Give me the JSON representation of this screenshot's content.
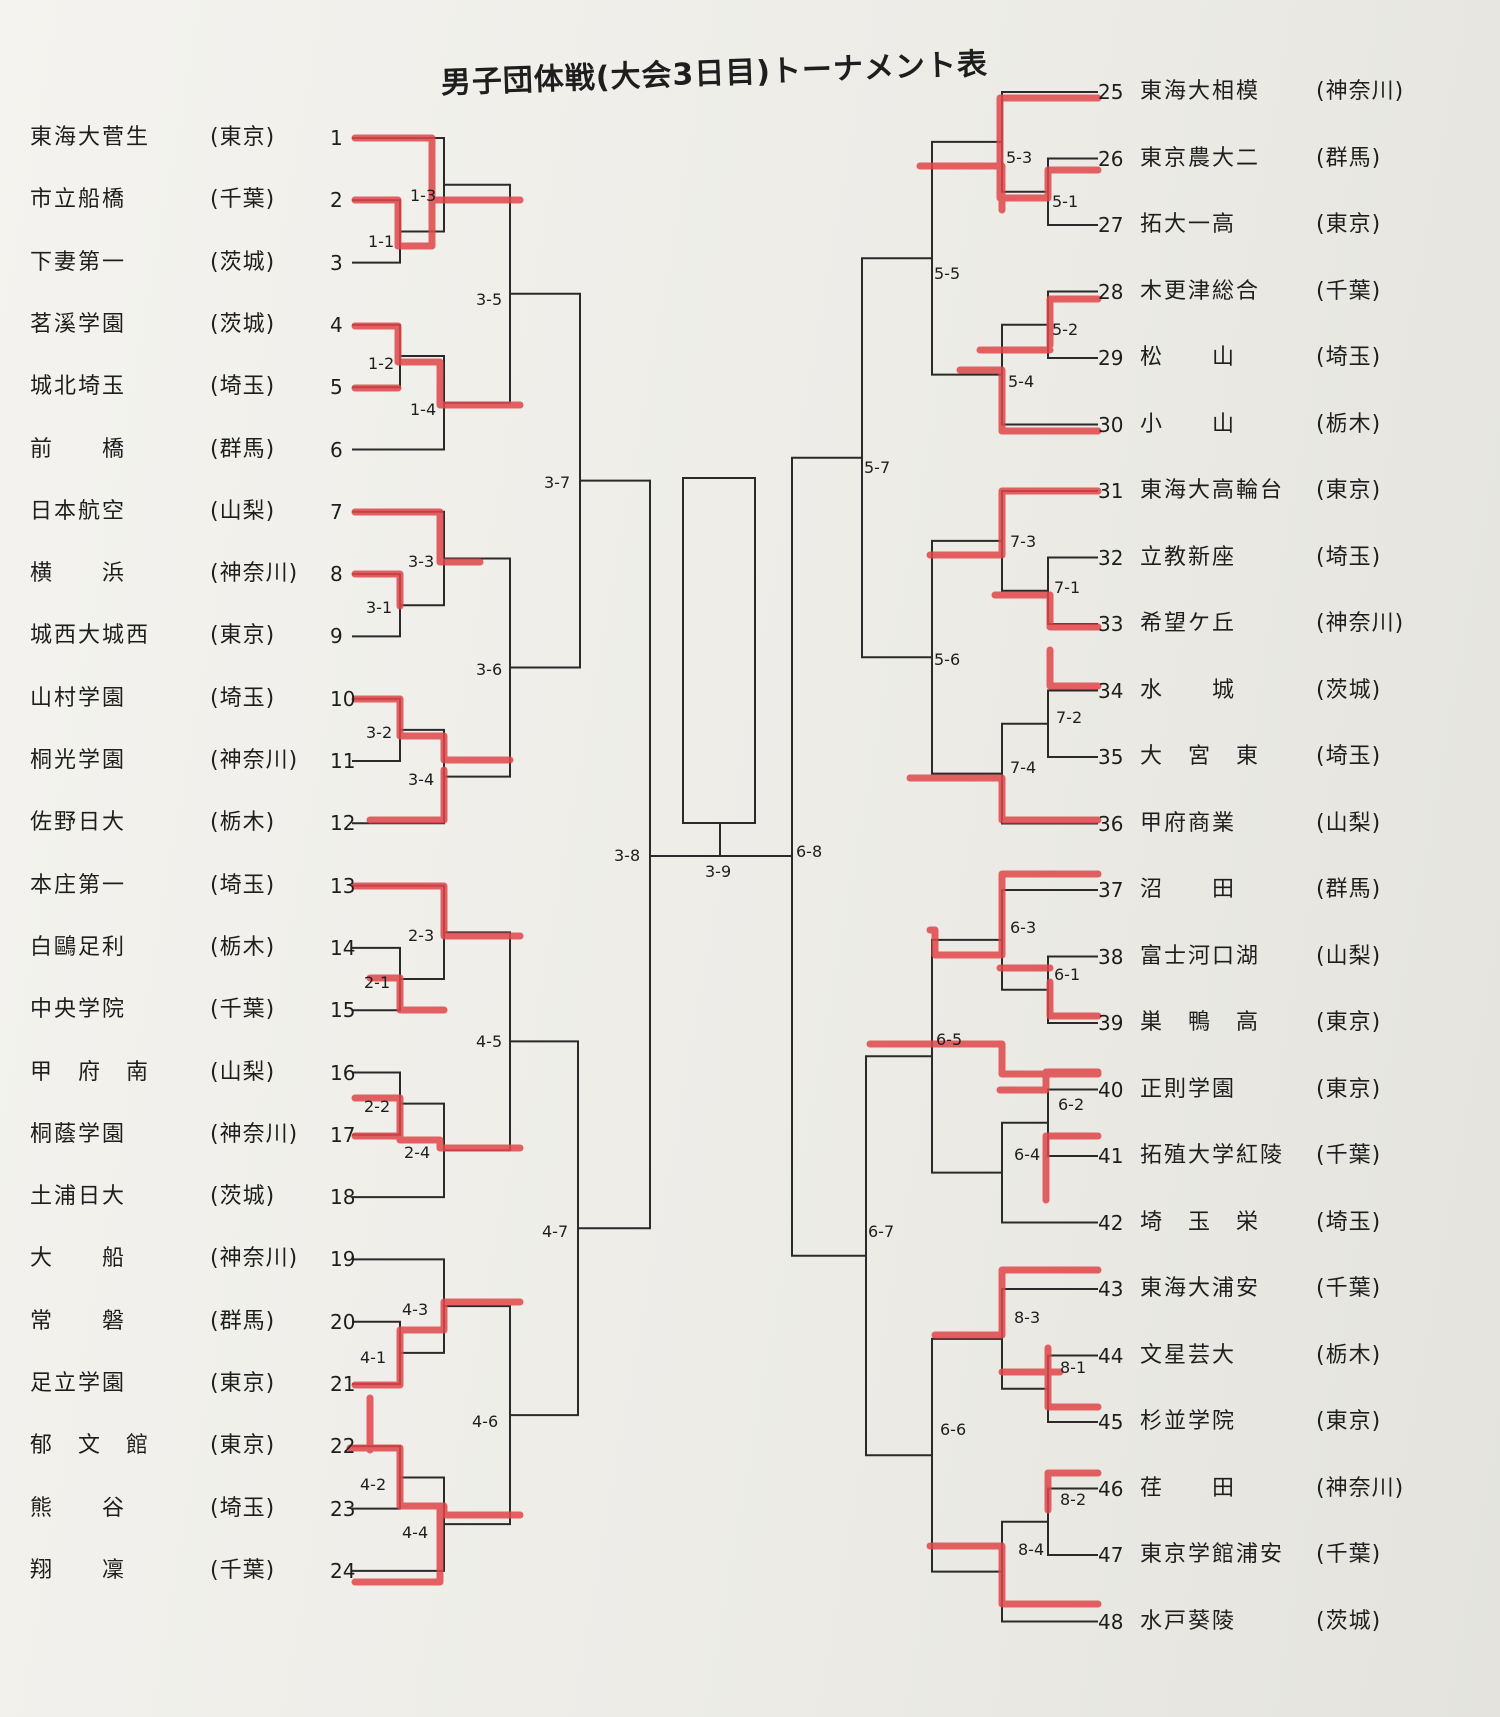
{
  "title": "男子団体戦(大会3日目)トーナメント表",
  "left_teams": [
    {
      "seed": "1",
      "name": "東海大菅生",
      "pref": "(東京)"
    },
    {
      "seed": "2",
      "name": "市立船橋",
      "pref": "(千葉)"
    },
    {
      "seed": "3",
      "name": "下妻第一",
      "pref": "(茨城)"
    },
    {
      "seed": "4",
      "name": "茗溪学園",
      "pref": "(茨城)"
    },
    {
      "seed": "5",
      "name": "城北埼玉",
      "pref": "(埼玉)"
    },
    {
      "seed": "6",
      "name": "前　　橋",
      "pref": "(群馬)"
    },
    {
      "seed": "7",
      "name": "日本航空",
      "pref": "(山梨)"
    },
    {
      "seed": "8",
      "name": "横　　浜",
      "pref": "(神奈川)"
    },
    {
      "seed": "9",
      "name": "城西大城西",
      "pref": "(東京)"
    },
    {
      "seed": "10",
      "name": "山村学園",
      "pref": "(埼玉)"
    },
    {
      "seed": "11",
      "name": "桐光学園",
      "pref": "(神奈川)"
    },
    {
      "seed": "12",
      "name": "佐野日大",
      "pref": "(栃木)"
    },
    {
      "seed": "13",
      "name": "本庄第一",
      "pref": "(埼玉)"
    },
    {
      "seed": "14",
      "name": "白鷗足利",
      "pref": "(栃木)"
    },
    {
      "seed": "15",
      "name": "中央学院",
      "pref": "(千葉)"
    },
    {
      "seed": "16",
      "name": "甲　府　南",
      "pref": "(山梨)"
    },
    {
      "seed": "17",
      "name": "桐蔭学園",
      "pref": "(神奈川)"
    },
    {
      "seed": "18",
      "name": "土浦日大",
      "pref": "(茨城)"
    },
    {
      "seed": "19",
      "name": "大　　船",
      "pref": "(神奈川)"
    },
    {
      "seed": "20",
      "name": "常　　磐",
      "pref": "(群馬)"
    },
    {
      "seed": "21",
      "name": "足立学園",
      "pref": "(東京)"
    },
    {
      "seed": "22",
      "name": "郁　文　館",
      "pref": "(東京)"
    },
    {
      "seed": "23",
      "name": "熊　　谷",
      "pref": "(埼玉)"
    },
    {
      "seed": "24",
      "name": "翔　　凜",
      "pref": "(千葉)"
    }
  ],
  "right_teams": [
    {
      "seed": "25",
      "name": "東海大相模",
      "pref": "(神奈川)"
    },
    {
      "seed": "26",
      "name": "東京農大二",
      "pref": "(群馬)"
    },
    {
      "seed": "27",
      "name": "拓大一高",
      "pref": "(東京)"
    },
    {
      "seed": "28",
      "name": "木更津総合",
      "pref": "(千葉)"
    },
    {
      "seed": "29",
      "name": "松　　山",
      "pref": "(埼玉)"
    },
    {
      "seed": "30",
      "name": "小　　山",
      "pref": "(栃木)"
    },
    {
      "seed": "31",
      "name": "東海大高輪台",
      "pref": "(東京)"
    },
    {
      "seed": "32",
      "name": "立教新座",
      "pref": "(埼玉)"
    },
    {
      "seed": "33",
      "name": "希望ケ丘",
      "pref": "(神奈川)"
    },
    {
      "seed": "34",
      "name": "水　　城",
      "pref": "(茨城)"
    },
    {
      "seed": "35",
      "name": "大　宮　東",
      "pref": "(埼玉)"
    },
    {
      "seed": "36",
      "name": "甲府商業",
      "pref": "(山梨)"
    },
    {
      "seed": "37",
      "name": "沼　　田",
      "pref": "(群馬)"
    },
    {
      "seed": "38",
      "name": "富士河口湖",
      "pref": "(山梨)"
    },
    {
      "seed": "39",
      "name": "巣　鴨　高",
      "pref": "(東京)"
    },
    {
      "seed": "40",
      "name": "正則学園",
      "pref": "(東京)"
    },
    {
      "seed": "41",
      "name": "拓殖大学紅陵",
      "pref": "(千葉)"
    },
    {
      "seed": "42",
      "name": "埼　玉　栄",
      "pref": "(埼玉)"
    },
    {
      "seed": "43",
      "name": "東海大浦安",
      "pref": "(千葉)"
    },
    {
      "seed": "44",
      "name": "文星芸大",
      "pref": "(栃木)"
    },
    {
      "seed": "45",
      "name": "杉並学院",
      "pref": "(東京)"
    },
    {
      "seed": "46",
      "name": "荏　　田",
      "pref": "(神奈川)"
    },
    {
      "seed": "47",
      "name": "東京学館浦安",
      "pref": "(千葉)"
    },
    {
      "seed": "48",
      "name": "水戸葵陵",
      "pref": "(茨城)"
    }
  ],
  "matches": {
    "m1_1": "1-1",
    "m1_2": "1-2",
    "m1_3": "1-3",
    "m1_4": "1-4",
    "m2_1": "2-1",
    "m2_2": "2-2",
    "m2_3": "2-3",
    "m2_4": "2-4",
    "m3_1": "3-1",
    "m3_2": "3-2",
    "m3_3": "3-3",
    "m3_4": "3-4",
    "m3_5": "3-5",
    "m3_6": "3-6",
    "m3_7": "3-7",
    "m3_8": "3-8",
    "m3_9": "3-9",
    "m4_1": "4-1",
    "m4_2": "4-2",
    "m4_3": "4-3",
    "m4_4": "4-4",
    "m4_5": "4-5",
    "m4_6": "4-6",
    "m4_7": "4-7",
    "m5_1": "5-1",
    "m5_2": "5-2",
    "m5_3": "5-3",
    "m5_4": "5-4",
    "m5_5": "5-5",
    "m5_6": "5-6",
    "m5_7": "5-7",
    "m6_1": "6-1",
    "m6_2": "6-2",
    "m6_3": "6-3",
    "m6_4": "6-4",
    "m6_5": "6-5",
    "m6_6": "6-6",
    "m6_7": "6-7",
    "m6_8": "6-8",
    "m7_1": "7-1",
    "m7_2": "7-2",
    "m7_3": "7-3",
    "m7_4": "7-4",
    "m8_1": "8-1",
    "m8_2": "8-2",
    "m8_3": "8-3",
    "m8_4": "8-4"
  },
  "colors": {
    "line": "#2a2a2a",
    "highlight": "#e0464a",
    "paper": "#f1efea"
  }
}
